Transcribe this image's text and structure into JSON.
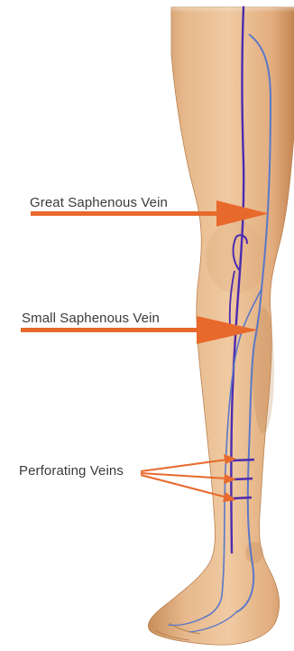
{
  "labels": {
    "great_saphenous": "Great Saphenous Vein",
    "small_saphenous": "Small Saphenous Vein",
    "perforating": "Perforating Veins"
  },
  "colors": {
    "arrow": "#e8692c",
    "vein_deep": "#4b2bb0",
    "vein_superficial": "#5a78c8",
    "skin": "#e8be95",
    "skin_shadow": "#c8905c"
  },
  "icons": {
    "leg": "human-leg-illustration"
  }
}
